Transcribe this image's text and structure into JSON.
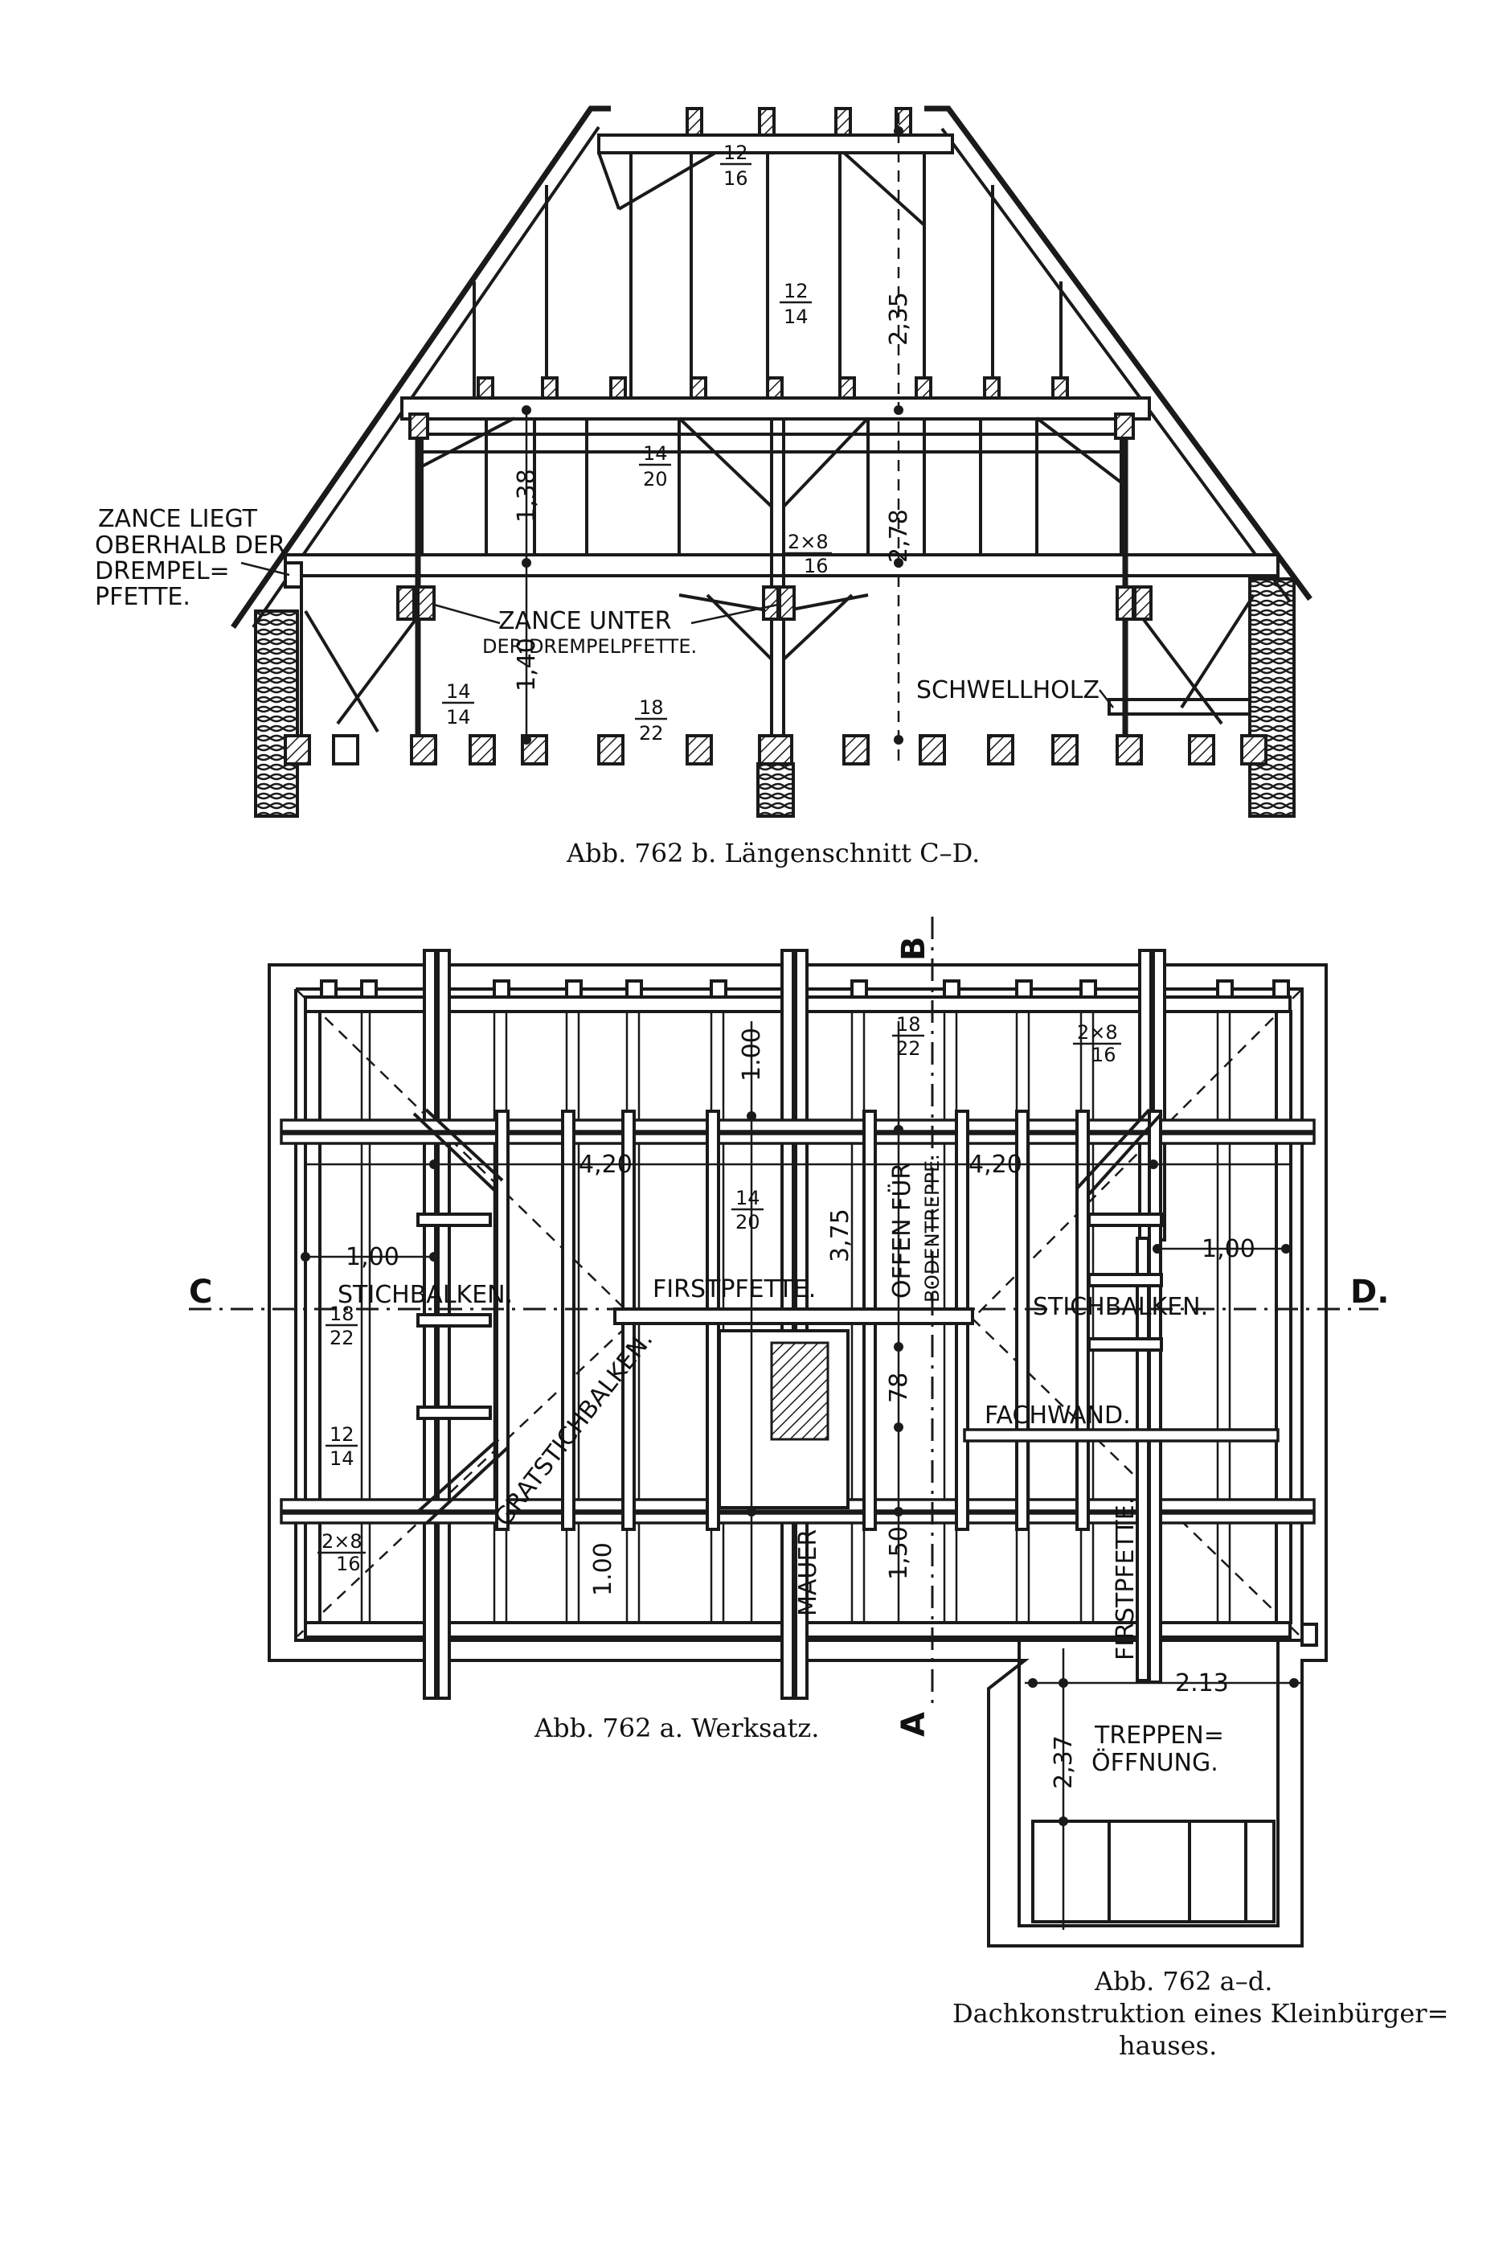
{
  "section_view": {
    "dims": {
      "d_235": "2,35",
      "d_278": "2,78",
      "d_138": "1,38",
      "d_140": "1,40"
    },
    "timber_sizes": {
      "s_12_16": [
        "12",
        "16"
      ],
      "s_12_14": [
        "12",
        "14"
      ],
      "s_14_20": [
        "14",
        "20"
      ],
      "s_2x8_16": [
        "2×8",
        "16"
      ],
      "s_14_14": [
        "14",
        "14"
      ],
      "s_18_22": [
        "18",
        "22"
      ]
    },
    "notes": {
      "zange_liegt": [
        "ZANCE LIEGT",
        "OBERHALB DER",
        "DREMPEL=",
        "PFETTE."
      ],
      "zange_unter": [
        "ZANCE UNTER",
        "DER DREMPELPFETTE."
      ],
      "schwellholz": "SCHWELLHOLZ"
    },
    "caption": "Abb. 762 b.   Längenschnitt C–D."
  },
  "plan_view": {
    "dims": {
      "p_100_top": "1.00",
      "p_375": "3,75",
      "p_78": "78",
      "p_150": "1,50",
      "p_100_bottom": "1.00",
      "p_420_left": "4,20",
      "p_420_right": "4,20",
      "p_100_left": "1,00",
      "p_100_right": "1,00",
      "p_213": "2.13",
      "p_237": "2,37"
    },
    "timber_sizes": {
      "t_18_22_top": [
        "18",
        "22"
      ],
      "t_2x8_16_top": [
        "2×8",
        "16"
      ],
      "t_14_20": [
        "14",
        "20"
      ],
      "t_18_22_left": [
        "18",
        "22"
      ],
      "t_12_14": [
        "12",
        "14"
      ],
      "t_2x8_16_left": [
        "2×8",
        "16"
      ]
    },
    "labels": {
      "stichbalken_left": "STICHBALKEN.",
      "stichbalken_right": "STICHBALKEN.",
      "firstpfette": "FIRSTPFETTE.",
      "gratstichbalken": "GRATSTICHBALKEN.",
      "offen_1": "OFFEN FÜR",
      "offen_2": "BODENTREPPE.",
      "fachwand": "FACHWAND.",
      "mauer": "MAUER",
      "firstpfette_v": "FIRSTPFETTE.",
      "treppen_1": "TREPPEN=",
      "treppen_2": "ÖFFNUNG."
    },
    "section_marks": {
      "c": "C",
      "d": "D.",
      "b": "B",
      "a": "A"
    },
    "caption": "Abb. 762 a.   Werksatz."
  },
  "figure_caption": [
    "Abb. 762 a–d.",
    "Dachkonstruktion eines Kleinbürger=",
    "hauses."
  ]
}
